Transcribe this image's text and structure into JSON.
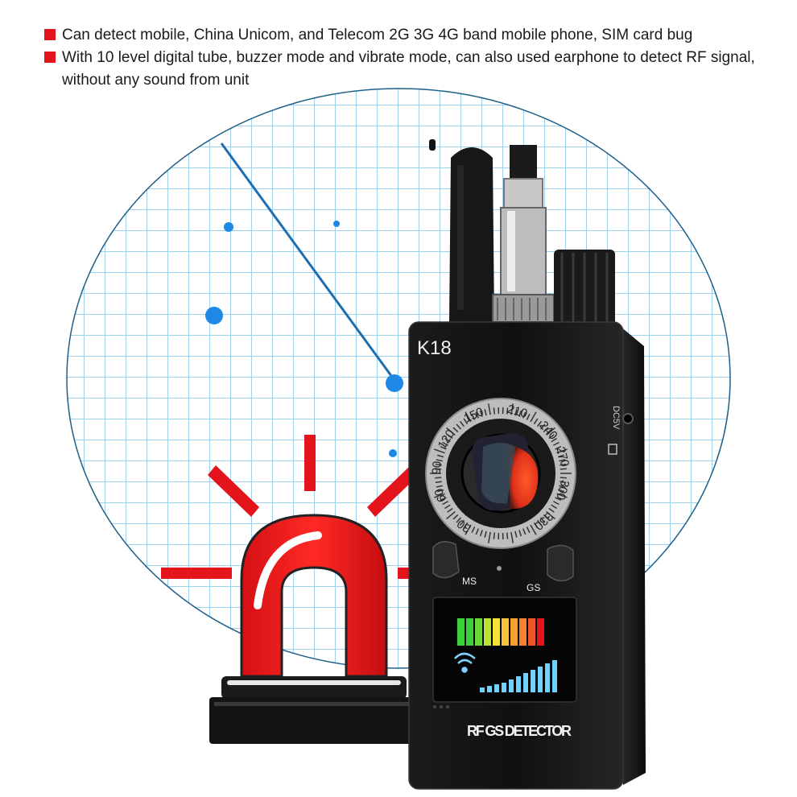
{
  "features": [
    {
      "text": "Can detect mobile, China Unicom, and Telecom 2G 3G 4G band mobile phone, SIM card bug"
    },
    {
      "text": "With 10 level digital tube, buzzer mode and vibrate mode, can also used earphone to detect RF signal, without any sound from unit"
    }
  ],
  "device": {
    "model": "K18",
    "port_label": "DC5V",
    "button_left": "MS",
    "button_right": "GS",
    "footer": "RF GS DETECTOR",
    "dial_numbers": [
      "30",
      "60",
      "90",
      "120",
      "150",
      "210",
      "240",
      "270",
      "300",
      "330"
    ]
  },
  "colors": {
    "accent_red": "#e3141b",
    "grid_blue": "#9fd0ee",
    "device_body": "#141414",
    "lens_red": "#ff3b1f"
  },
  "icons": [
    "bullet-square-icon",
    "alarm-siren-icon",
    "wifi-signal-icon"
  ],
  "signal_meter": {
    "level_bars": 10,
    "active_bars": 10
  }
}
